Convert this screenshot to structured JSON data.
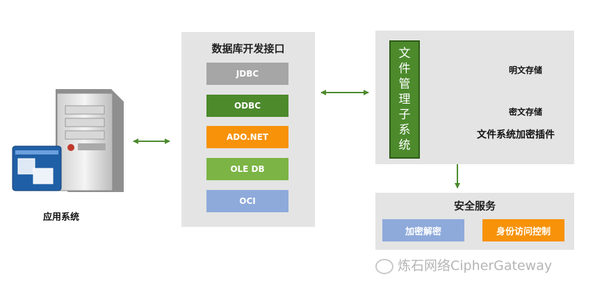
{
  "app_label": "应用系统",
  "db_interface": {
    "title": "数据库开发接口",
    "items": [
      {
        "label": "JDBC",
        "color": "#a6a6a6"
      },
      {
        "label": "ODBC",
        "color": "#4c8a2c"
      },
      {
        "label": "ADO.NET",
        "color": "#f79209"
      },
      {
        "label": "OLE DB",
        "color": "#7cb445"
      },
      {
        "label": "OCI",
        "color": "#8eaadb"
      }
    ]
  },
  "file_mgmt": {
    "chars": [
      "文",
      "件",
      "管",
      "理",
      "子",
      "系",
      "统"
    ],
    "plain_storage": "明文存储",
    "cipher_storage": "密文存储",
    "plugin": "文件系统加密插件"
  },
  "security": {
    "title": "安全服务",
    "encrypt": "加密解密",
    "access": "身份访问控制",
    "encrypt_color": "#8eaadb",
    "access_color": "#f79209"
  },
  "watermark": "炼石网络CipherGateway",
  "colors": {
    "arrow": "#4c8a2c"
  }
}
